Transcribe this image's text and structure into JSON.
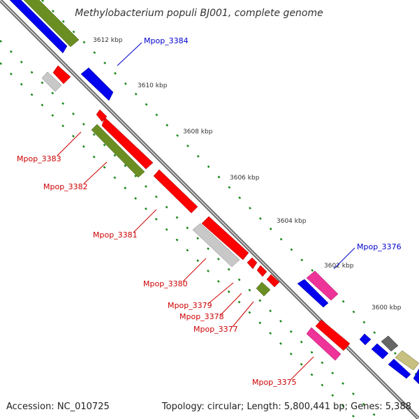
{
  "title": "Methylobacterium populi BJ001, complete genome",
  "footer": {
    "accession": "Accession: NC_010725",
    "summary": "Topology: circular; Length: 5,800,441 bp; Genes: 5,388"
  },
  "colors": {
    "backbone": "#7a7a7a",
    "tick": "#1e8a1e",
    "forward_label": "#0000cc",
    "reverse_label": "#cc0000",
    "red": "#ff0000",
    "blue": "#0000ee",
    "olive": "#6b8e23",
    "gray": "#c8c8c8",
    "magenta": "#ee3399",
    "darkgray": "#666666",
    "khaki": "#c8c080"
  },
  "scale_labels": [
    "3612 kbp",
    "3610 kbp",
    "3608 kbp",
    "3606 kbp",
    "3604 kbp",
    "3602 kbp",
    "3600 kbp"
  ],
  "gene_labels": [
    {
      "text": "Mpop_3384",
      "strand": "forward"
    },
    {
      "text": "Mpop_3383",
      "strand": "reverse"
    },
    {
      "text": "Mpop_3382",
      "strand": "reverse"
    },
    {
      "text": "Mpop_3381",
      "strand": "reverse"
    },
    {
      "text": "Mpop_3380",
      "strand": "reverse"
    },
    {
      "text": "Mpop_3379",
      "strand": "reverse"
    },
    {
      "text": "Mpop_3378",
      "strand": "reverse"
    },
    {
      "text": "Mpop_3377",
      "strand": "reverse"
    },
    {
      "text": "Mpop_3376",
      "strand": "forward"
    },
    {
      "text": "Mpop_3375",
      "strand": "reverse"
    }
  ]
}
